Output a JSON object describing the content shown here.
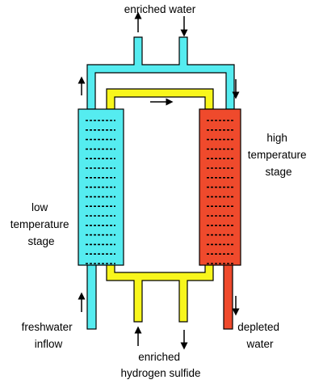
{
  "labels": {
    "enriched_water": "enriched water",
    "low_stage": [
      "low",
      "temperature",
      "stage"
    ],
    "high_stage": [
      "high",
      "temperature",
      "stage"
    ],
    "freshwater_inflow": [
      "freshwater",
      "inflow"
    ],
    "depleted_water": [
      "depleted",
      "water"
    ],
    "enriched_h2s": [
      "enriched",
      "hydrogen sulfide"
    ]
  },
  "colors": {
    "water": "#55ecf0",
    "hydrogen_sulfide": "#f8f61c",
    "hot_stage": "#ef4a2c",
    "outline": "#000000"
  },
  "column_tray_count": 16
}
